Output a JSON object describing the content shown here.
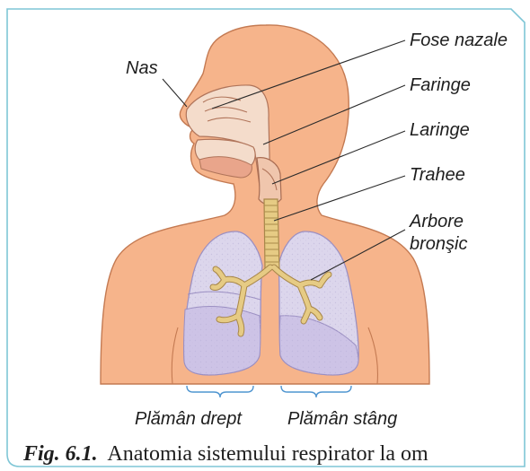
{
  "labels": {
    "nas": "Nas",
    "fose_nazale": "Fose nazale",
    "faringe": "Faringe",
    "laringe": "Laringe",
    "trahee": "Trahee",
    "arbore_bronsic": [
      "Arbore",
      "bronşic"
    ],
    "plaman_drept": "Plămân drept",
    "plaman_stang": "Plămân stâng"
  },
  "caption": {
    "number": "Fig. 6.1.",
    "text": "Anatomia sistemului respirator la om"
  },
  "colors": {
    "frame": "#7fc6d6",
    "skin": "#f6b48b",
    "skin_outline": "#c47a52",
    "lungs": "#dcd6ec",
    "airways": "#e6cb84",
    "bracket": "#4f95d0",
    "leader_line": "#2b2b2b"
  }
}
